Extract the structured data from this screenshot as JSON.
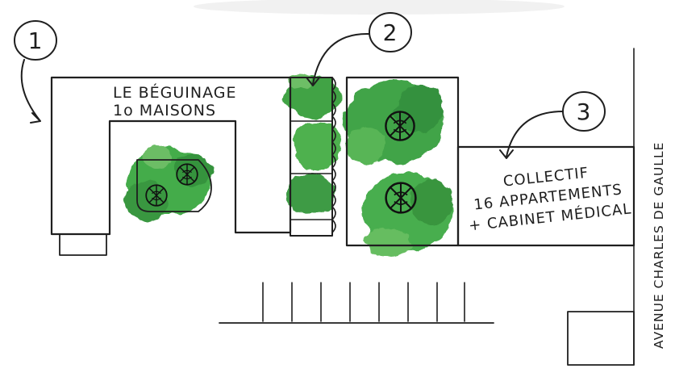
{
  "markers": [
    {
      "number": "1"
    },
    {
      "number": "2"
    },
    {
      "number": "3"
    }
  ],
  "beguinage": {
    "line1": "LE BÉGUINAGE",
    "line2": "1o MAISONS"
  },
  "collectif": {
    "line1": "COLLECTIF",
    "line2": "16 APPARTEMENTS",
    "line3": "+ CABINET MÉDICAL"
  },
  "street": {
    "label": "AVENUE CHARLES DE GAULLE"
  },
  "colors": {
    "ink": "#1f1f1f",
    "foliage": "#2f9a32",
    "foliage_dark": "#1b7a25",
    "foliage_light": "#7cc26f"
  },
  "icons": [
    "tree-symbol-icon",
    "arrow-icon"
  ],
  "parking_stalls": 8
}
